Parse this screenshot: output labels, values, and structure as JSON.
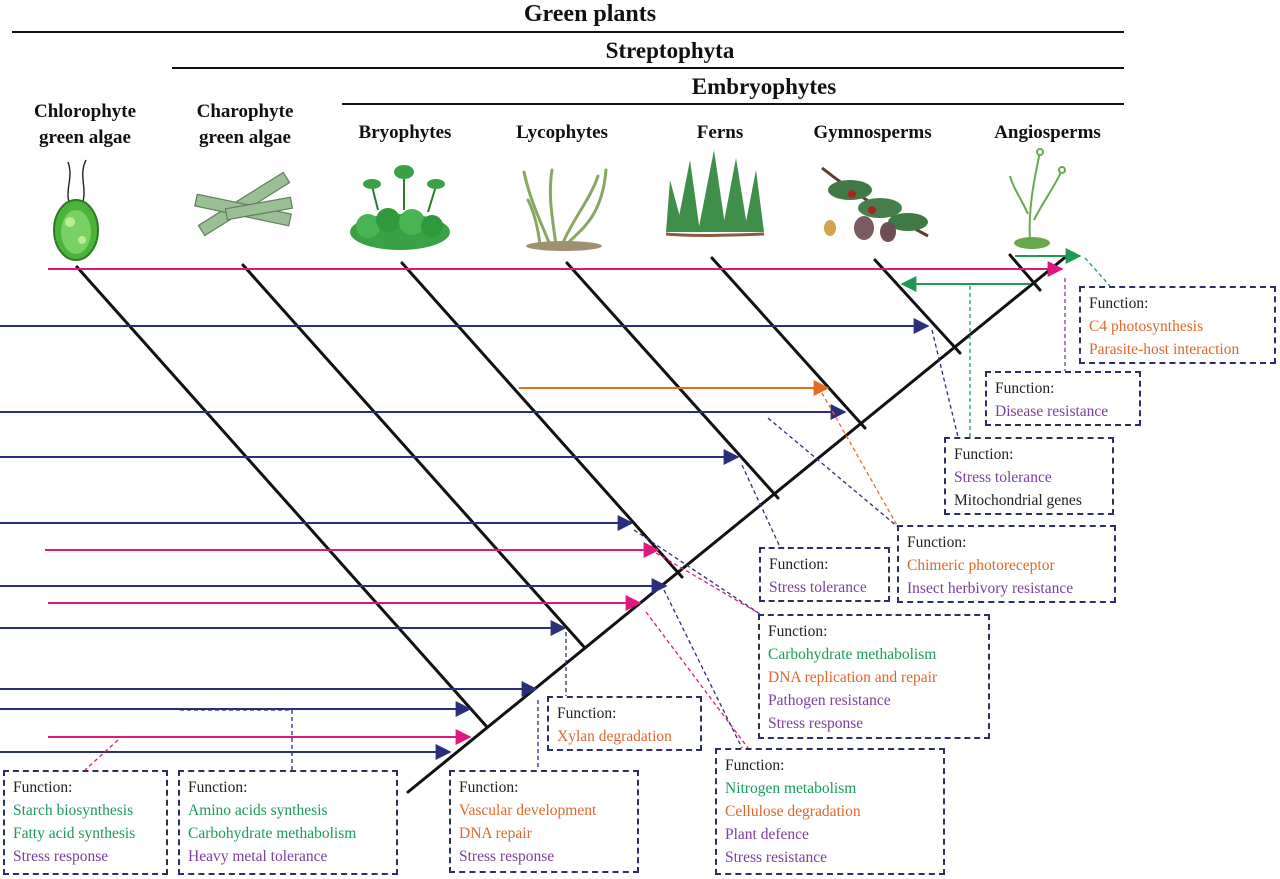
{
  "headers": {
    "green_plants": "Green plants",
    "streptophyta": "Streptophyta",
    "embryophytes": "Embryophytes"
  },
  "groups": {
    "chlorophyte": [
      "Chlorophyte",
      "green algae"
    ],
    "charophyte": [
      "Charophyte",
      "green algae"
    ],
    "bryophytes": "Bryophytes",
    "lycophytes": "Lycophytes",
    "ferns": "Ferns",
    "gymnosperms": "Gymnosperms",
    "angiosperms": "Angiosperms"
  },
  "colors": {
    "tree": "#111111",
    "arrow_navy": "#2b2f7a",
    "arrow_magenta": "#e0177e",
    "arrow_orange": "#e86a22",
    "arrow_green": "#1f9a55",
    "text_green": "#1a9b5a",
    "text_orange": "#e0672a",
    "text_purple": "#7a3fa0",
    "box_border": "#2b2f66"
  },
  "function_boxes": {
    "chlorophyte": {
      "title": "Function:",
      "items": [
        {
          "text": "Starch biosynthesis",
          "color": "green"
        },
        {
          "text": "Fatty acid synthesis",
          "color": "green"
        },
        {
          "text": "Stress response",
          "color": "purple"
        }
      ]
    },
    "charophyte": {
      "title": "Function:",
      "items": [
        {
          "text": "Amino acids synthesis",
          "color": "green"
        },
        {
          "text": "Carbohydrate methabolism",
          "color": "green"
        },
        {
          "text": "Heavy metal tolerance",
          "color": "purple"
        }
      ]
    },
    "bryophyte_base": {
      "title": "Function:",
      "items": [
        {
          "text": "Vascular development",
          "color": "orange"
        },
        {
          "text": "DNA repair",
          "color": "orange"
        },
        {
          "text": "Stress response",
          "color": "purple"
        }
      ]
    },
    "xylan": {
      "title": "Function:",
      "items": [
        {
          "text": "Xylan degradation",
          "color": "orange"
        }
      ]
    },
    "nitrogen": {
      "title": "Function:",
      "items": [
        {
          "text": "Nitrogen metabolism",
          "color": "green"
        },
        {
          "text": "Cellulose degradation",
          "color": "orange"
        },
        {
          "text": "Plant defence",
          "color": "purple"
        },
        {
          "text": "Stress resistance",
          "color": "purple"
        }
      ]
    },
    "carbohydrate": {
      "title": "Function:",
      "items": [
        {
          "text": "Carbohydrate methabolism",
          "color": "green"
        },
        {
          "text": "DNA replication and repair",
          "color": "orange"
        },
        {
          "text": "Pathogen resistance",
          "color": "purple"
        },
        {
          "text": "Stress response",
          "color": "purple"
        }
      ]
    },
    "stress_tolerance_fern": {
      "title": "Function:",
      "items": [
        {
          "text": "Stress tolerance",
          "color": "purple"
        }
      ]
    },
    "photoreceptor": {
      "title": "Function:",
      "items": [
        {
          "text": "Chimeric photoreceptor",
          "color": "orange"
        },
        {
          "text": "Insect herbivory resistance",
          "color": "purple"
        }
      ]
    },
    "mitochondrial": {
      "title": "Function:",
      "items": [
        {
          "text": "Stress tolerance",
          "color": "purple"
        },
        {
          "text": "Mitochondrial genes",
          "color": "black"
        }
      ]
    },
    "disease": {
      "title": "Function:",
      "items": [
        {
          "text": "Disease resistance",
          "color": "purple"
        }
      ]
    },
    "c4": {
      "title": "Function:",
      "items": [
        {
          "text": "C4 photosynthesis",
          "color": "orange"
        },
        {
          "text": "Parasite-host interaction",
          "color": "orange"
        }
      ]
    }
  }
}
